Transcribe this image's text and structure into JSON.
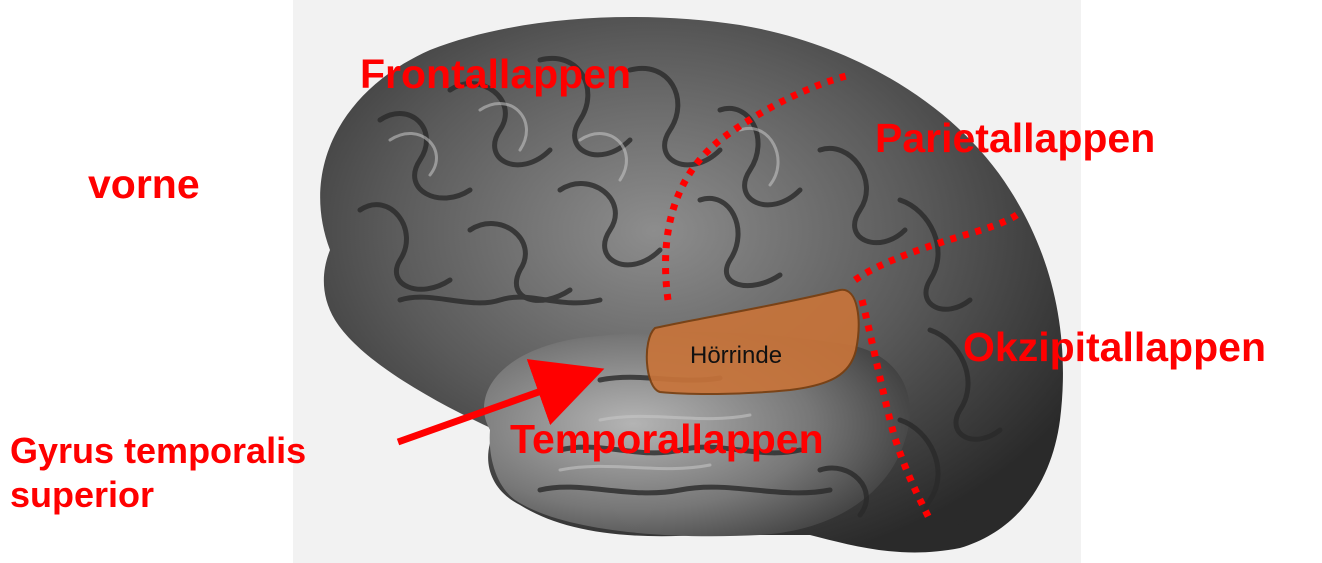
{
  "labels": {
    "frontal": "Frontallappen",
    "parietal": "Parietallappen",
    "okzipital": "Okzipitallappen",
    "temporal": "Temporallappen",
    "front": "vorne",
    "gyrus_line1": "Gyrus temporalis",
    "gyrus_line2": "superior",
    "auditory_cortex": "Hörrinde"
  },
  "colors": {
    "label_red": "#ff0000",
    "auditory_cortex_fill": "#c8743a",
    "brain_dark": "#3a3a3a",
    "brain_mid": "#6e6e6e",
    "brain_light": "#a8a8a8"
  }
}
